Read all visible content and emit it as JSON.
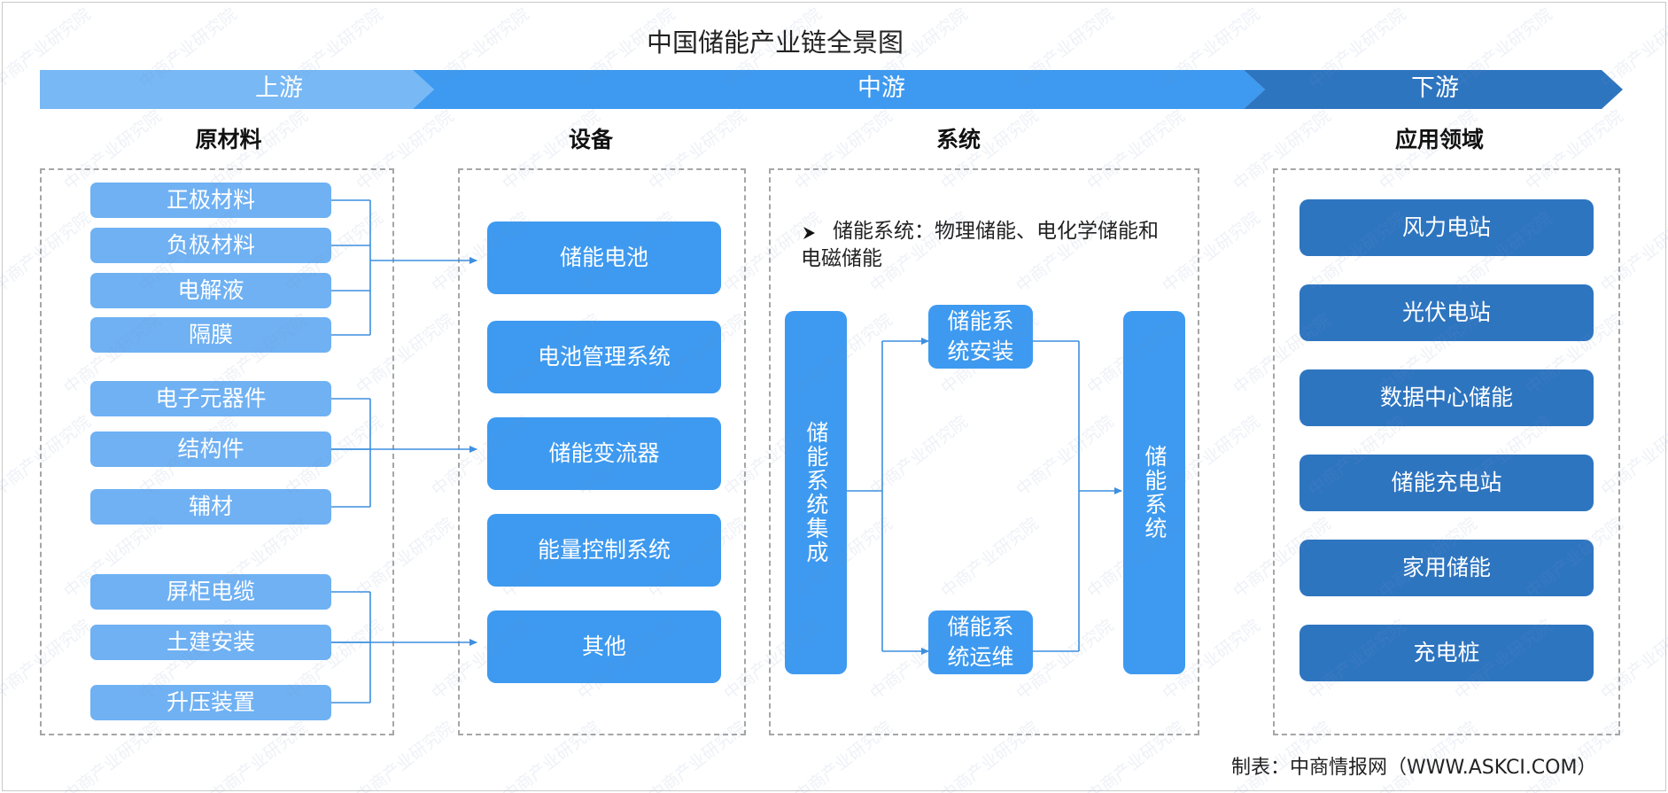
{
  "title": "中国储能产业链全景图",
  "bands": {
    "upstream": "上游",
    "midstream": "中游",
    "downstream": "下游"
  },
  "columns": {
    "raw_materials": "原材料",
    "equipment": "设备",
    "system": "系统",
    "applications": "应用领域"
  },
  "raw_materials": {
    "group1": [
      "正极材料",
      "负极材料",
      "电解液",
      "隔膜"
    ],
    "group2": [
      "电子元器件",
      "结构件",
      "辅材"
    ],
    "group3": [
      "屏柜电缆",
      "土建安装",
      "升压装置"
    ]
  },
  "equipment": [
    "储能电池",
    "电池管理系统",
    "储能变流器",
    "能量控制系统",
    "其他"
  ],
  "system": {
    "bullet_icon": "arrow-bullet-icon",
    "note": "储能系统：物理储能、电化学储能和电磁储能",
    "integration": "储能系统集成",
    "installation": "储能系统安装",
    "operation": "储能系统运维",
    "result": "储能系统"
  },
  "applications": [
    "风力电站",
    "光伏电站",
    "数据中心储能",
    "储能充电站",
    "家用储能",
    "充电桩"
  ],
  "source": "制表：中商情报网（WWW.ASKCI.COM）",
  "watermark": "中商产业研究院",
  "colors": {
    "upstream": "#77b8f5",
    "midstream": "#3d9af0",
    "downstream": "#2e75c0",
    "connector": "#3d8fe0"
  }
}
